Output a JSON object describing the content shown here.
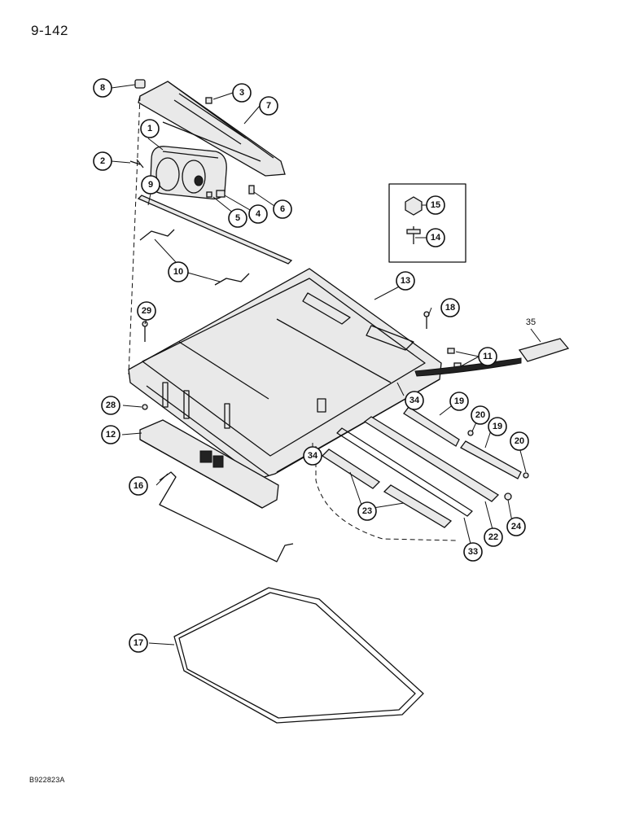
{
  "page_number": "9-142",
  "figure_code": "B922823A",
  "callouts": {
    "c1": "1",
    "c2": "2",
    "c3": "3",
    "c4": "4",
    "c5": "5",
    "c6": "6",
    "c7": "7",
    "c8": "8",
    "c9": "9",
    "c10": "10",
    "c11": "11",
    "c12": "12",
    "c13": "13",
    "c14": "14",
    "c15": "15",
    "c16": "16",
    "c17": "17",
    "c18": "18",
    "c19a": "19",
    "c19b": "19",
    "c20a": "20",
    "c20b": "20",
    "c22": "22",
    "c23": "23",
    "c24": "24",
    "c28": "28",
    "c29": "29",
    "c33": "33",
    "c34a": "34",
    "c34b": "34",
    "c35": "35"
  }
}
